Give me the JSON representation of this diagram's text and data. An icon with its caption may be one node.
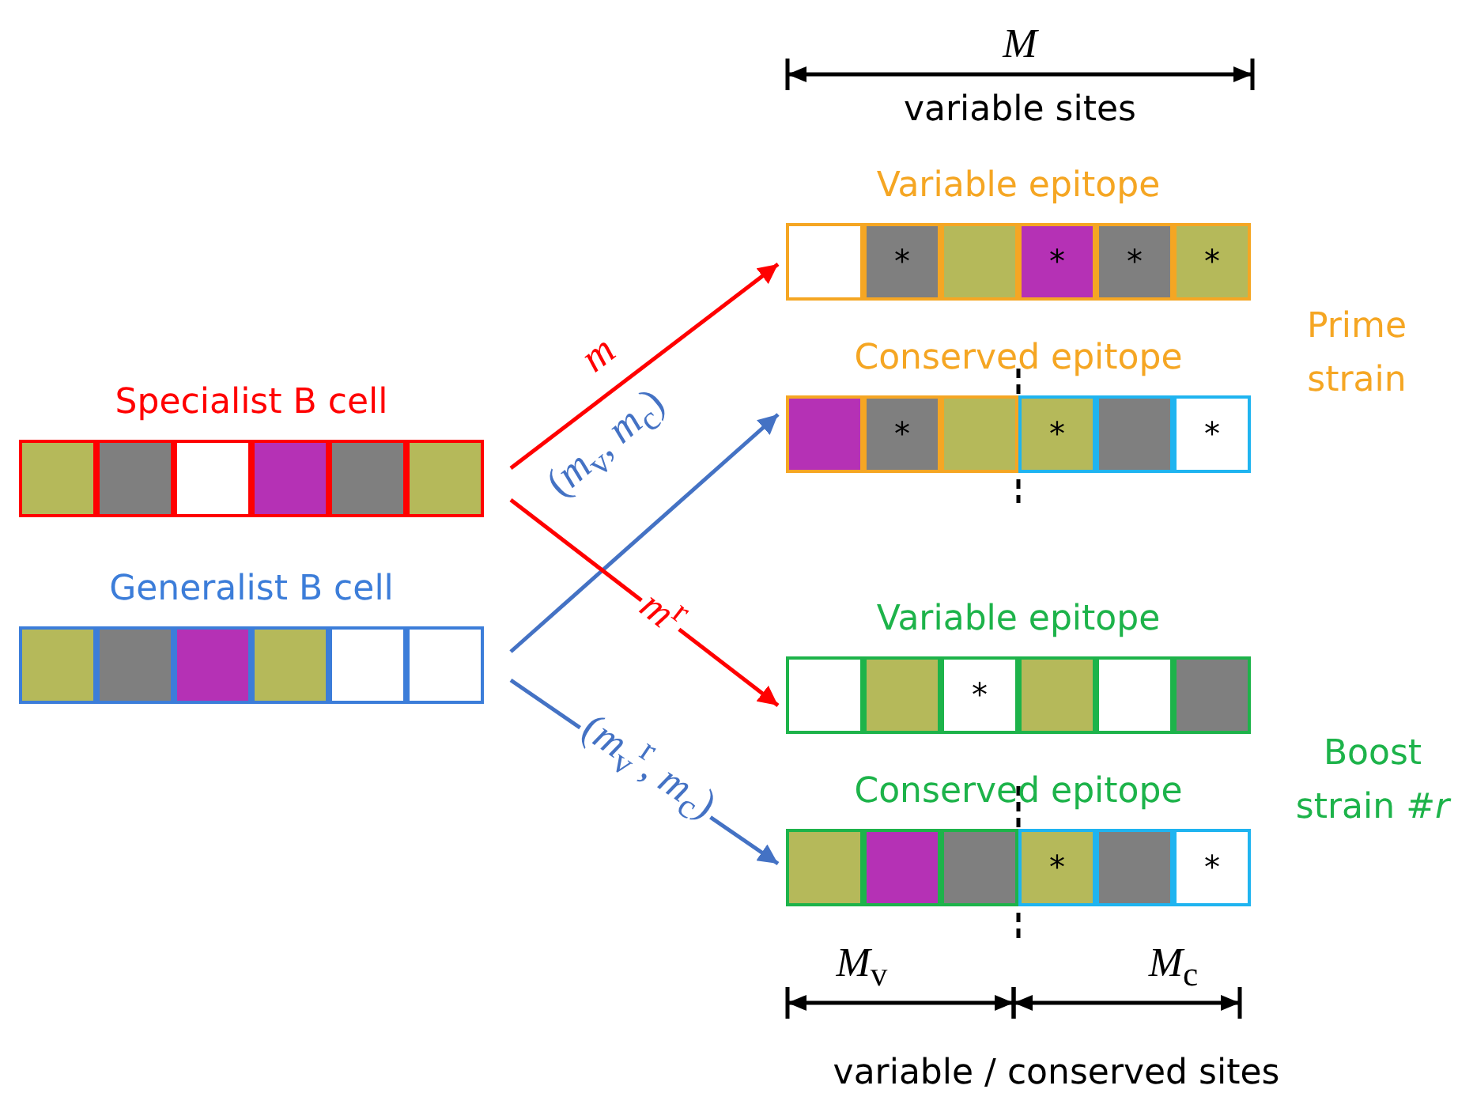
{
  "diagram": {
    "nodes": [
      {
        "text": [
          "Specialist B cell"
        ]
      },
      {
        "text": [
          "Generalist B cell"
        ]
      },
      {
        "text": [
          "Variable epitope",
          "*",
          "*",
          "*",
          "*"
        ]
      },
      {
        "text": [
          "Conserved epitope",
          "*",
          "*",
          "*"
        ]
      },
      {
        "text": [
          "Variable epitope",
          "*"
        ]
      },
      {
        "text": [
          "Conserved epitope",
          "*",
          "*"
        ]
      }
    ],
    "edges": [
      {
        "from": 0,
        "to": 2,
        "arrow": "to",
        "label": "*m*",
        "color": "#ff0000"
      },
      {
        "from": 1,
        "to": 3,
        "arrow": "to",
        "label": "(*m*$_{v}$, *m*$_{c}$)",
        "color": "#4472c4"
      },
      {
        "from": 0,
        "to": 4,
        "arrow": "to",
        "label": "*m*$^{r}$",
        "color": "#ff0000"
      },
      {
        "from": 1,
        "to": 5,
        "arrow": "to",
        "label": "(*m*$_{v}$$^{r}$, *m*$_{c}$)",
        "color": "#4472c4"
      }
    ],
    "labels": [
      "M",
      "variable sites",
      "Prime strain",
      "Boost strain #*r*",
      "*M*$_{v}$",
      "*M*$_{c}$",
      "variable / conserved sites"
    ]
  }
}
